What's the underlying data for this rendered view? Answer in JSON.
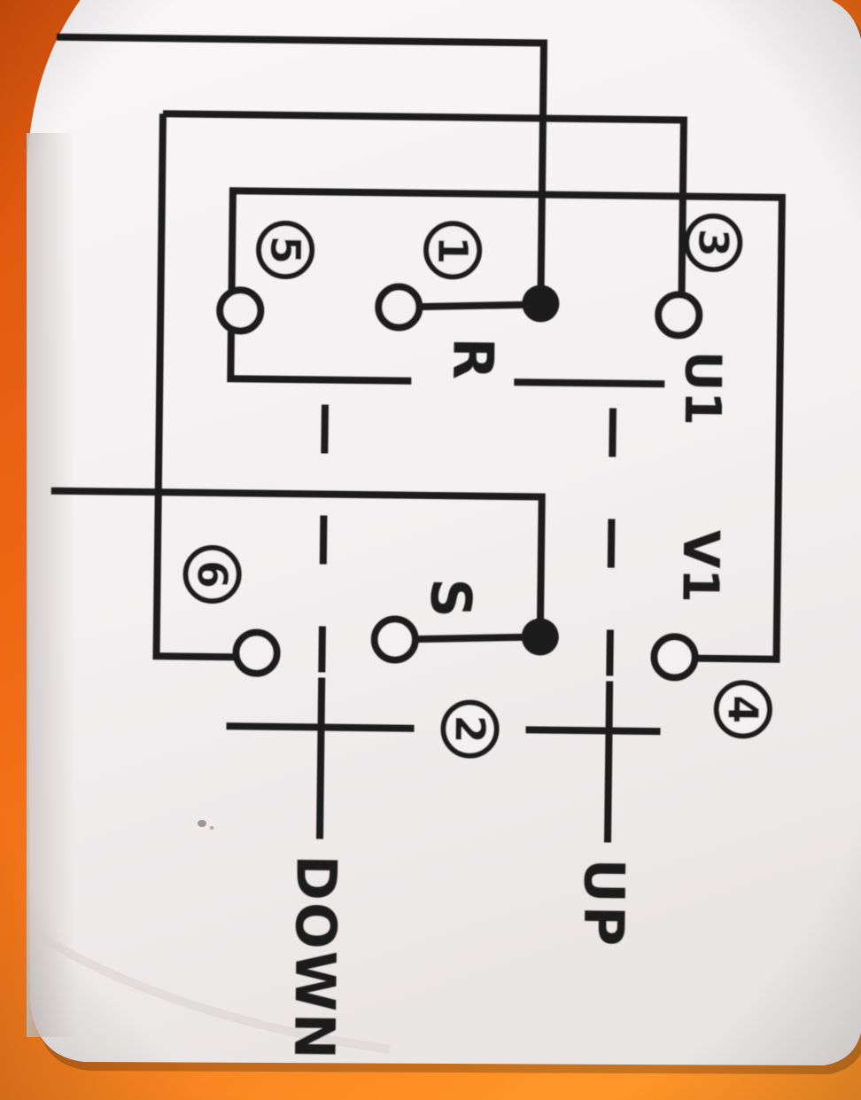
{
  "scene": {
    "description": "Close-up photo of a white wiring-diagram label, rotated 90 degrees clockwise, lying on an orange surface",
    "colors": {
      "surface_orange_dark": "#d9530d",
      "surface_orange": "#ef6a15",
      "surface_orange_bright": "#ff9428",
      "paper": "#f3f0f1",
      "ink": "#1c1b1a"
    }
  },
  "diagram": {
    "kind": "motor reversing switch wiring diagram",
    "orientation": "rotated 90 degrees clockwise",
    "terminals": [
      {
        "label": "1"
      },
      {
        "label": "2"
      },
      {
        "label": "3"
      },
      {
        "label": "4"
      },
      {
        "label": "5"
      },
      {
        "label": "6"
      }
    ],
    "labels": {
      "phase_r": "R",
      "phase_s": "S",
      "motor_u1": "U1",
      "motor_v1": "V1",
      "direction_up": "UP",
      "direction_down": "DOWN"
    },
    "features": {
      "junction_dots": 2,
      "open_terminals": 6,
      "dashed_linkages": 2
    }
  }
}
